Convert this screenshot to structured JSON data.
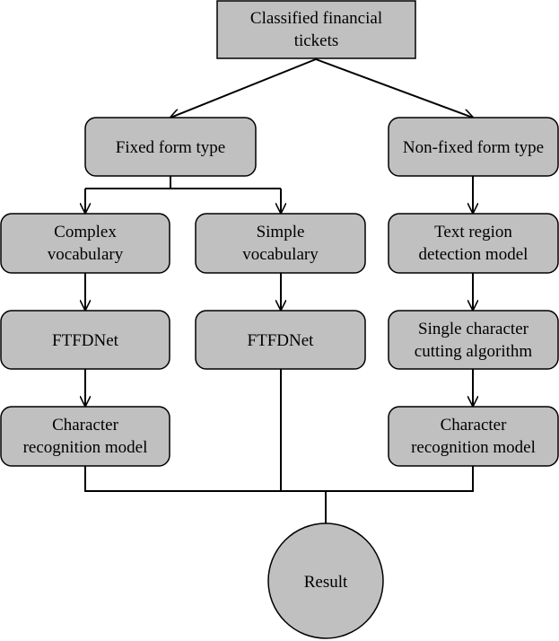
{
  "diagram": {
    "colors": {
      "node_fill": "#c0c0c0",
      "stroke": "#000000"
    },
    "nodes": {
      "classified": {
        "lines": [
          "Classified financial",
          "tickets"
        ]
      },
      "fixed": {
        "lines": [
          "Fixed form type"
        ]
      },
      "nonfixed": {
        "lines": [
          "Non-fixed form type"
        ]
      },
      "complex": {
        "lines": [
          "Complex",
          "vocabulary"
        ]
      },
      "simple": {
        "lines": [
          "Simple",
          "vocabulary"
        ]
      },
      "textregion": {
        "lines": [
          "Text region",
          "detection model"
        ]
      },
      "ftfd1": {
        "lines": [
          "FTFDNet"
        ]
      },
      "ftfd2": {
        "lines": [
          "FTFDNet"
        ]
      },
      "singlechar": {
        "lines": [
          "Single character",
          "cutting algorithm"
        ]
      },
      "charrec1": {
        "lines": [
          "Character",
          "recognition model"
        ]
      },
      "charrec2": {
        "lines": [
          "Character",
          "recognition model"
        ]
      },
      "result": {
        "lines": [
          "Result"
        ]
      }
    }
  }
}
